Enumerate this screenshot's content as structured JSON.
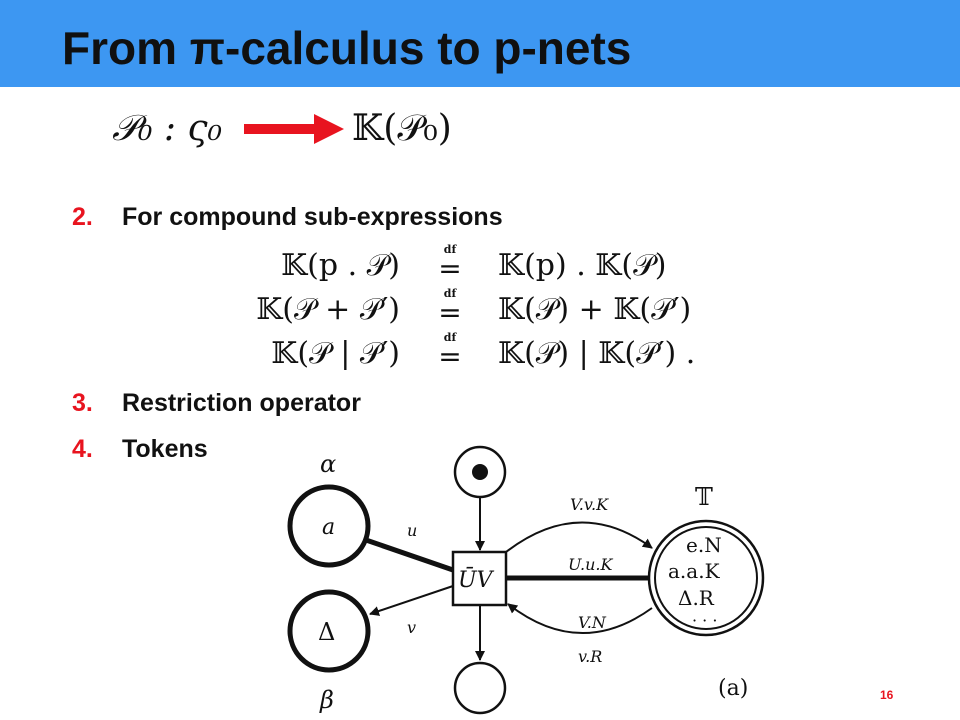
{
  "slide": {
    "title": "From π-calculus to p-nets",
    "page_number": "16"
  },
  "mapping": {
    "source": "𝒫₀ : ς₀",
    "target": "𝕂(𝒫₀)",
    "arrow_color": "#e8141f"
  },
  "items": [
    {
      "number": "2.",
      "text": "For compound sub-expressions"
    },
    {
      "number": "3.",
      "text": "Restriction operator"
    },
    {
      "number": "4.",
      "text": "Tokens"
    }
  ],
  "equations": [
    {
      "lhs": "𝕂(p . 𝒫)",
      "rel": "df",
      "rhs": "𝕂(p) . 𝕂(𝒫)"
    },
    {
      "lhs": "𝕂(𝒫 + 𝒫′)",
      "rel": "df",
      "rhs": "𝕂(𝒫) + 𝕂(𝒫′)"
    },
    {
      "lhs": "𝕂(𝒫 | 𝒫′)",
      "rel": "df",
      "rhs": "𝕂(𝒫) | 𝕂(𝒫′) ."
    }
  ],
  "net": {
    "place_alpha_label": "α",
    "place_alpha_content": "a",
    "place_beta_label": "β",
    "place_beta_content": "Δ",
    "transition_label": "ŪV",
    "arc_u": "u",
    "arc_v": "v",
    "arc_top": "V.v.K",
    "arc_mid": "U.u.K",
    "arc_bot_1": "V.N",
    "arc_bot_2": "v.R",
    "place_T_label": "𝕋",
    "place_T_tokens": [
      "e.N",
      "a.a.K",
      "Δ.R",
      "· · ·"
    ],
    "caption": "(a)"
  },
  "colors": {
    "title_bar": "#3d97f2",
    "accent_red": "#e8141f"
  }
}
